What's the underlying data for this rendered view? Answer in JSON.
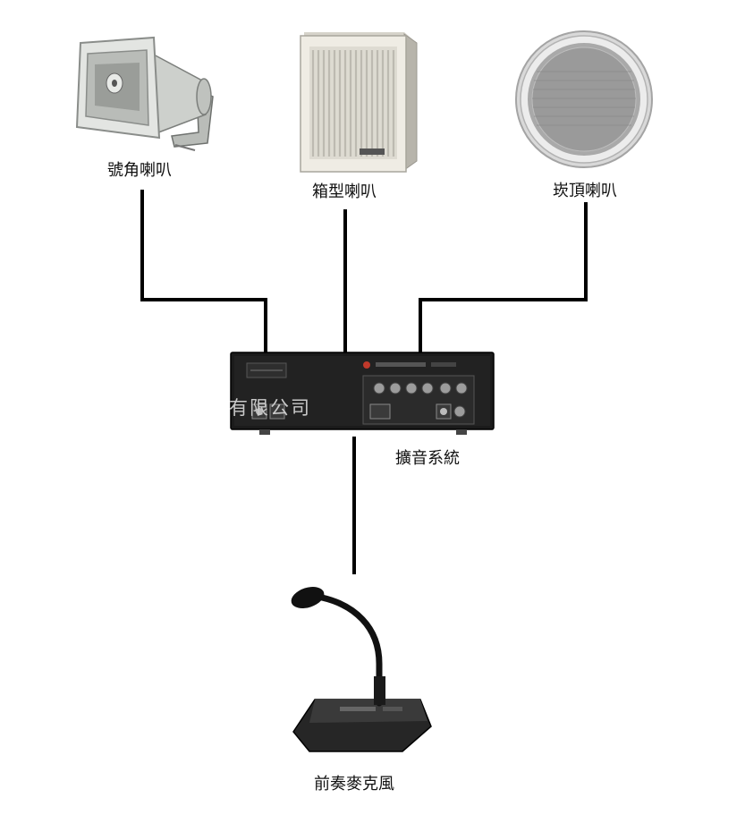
{
  "labels": {
    "horn": "號角喇叭",
    "box": "箱型喇叭",
    "ceiling": "崁頂喇叭",
    "amplifier": "擴音系統",
    "microphone": "前奏麥克風"
  },
  "watermark": "有限公司",
  "colors": {
    "wire": "#000000",
    "device_body": "#1b1b1b",
    "speaker_grey": "#cfcfcf"
  }
}
